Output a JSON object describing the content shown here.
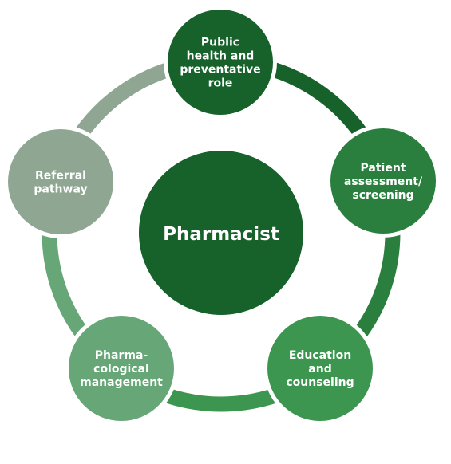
{
  "center": {
    "label": "Pharmacist",
    "color": "#17612b"
  },
  "nodes": [
    {
      "id": "public-health",
      "lines": [
        "Public",
        "health and",
        "preventative",
        "role"
      ],
      "color": "#17612b"
    },
    {
      "id": "patient-assessment",
      "lines": [
        "Patient",
        "assessment/",
        "screening"
      ],
      "color": "#2a7f3e"
    },
    {
      "id": "education",
      "lines": [
        "Education",
        "and",
        "counseling"
      ],
      "color": "#3d9650"
    },
    {
      "id": "pharmacological",
      "lines": [
        "Pharma-",
        "cological",
        "management"
      ],
      "color": "#67a777"
    },
    {
      "id": "referral",
      "lines": [
        "Referral",
        "pathway"
      ],
      "color": "#8ea692"
    }
  ],
  "connectors": [
    {
      "from": "public-health",
      "to": "patient-assessment",
      "color": "#17612b"
    },
    {
      "from": "patient-assessment",
      "to": "education",
      "color": "#2a7f3e"
    },
    {
      "from": "education",
      "to": "pharmacological",
      "color": "#3d9650"
    },
    {
      "from": "pharmacological",
      "to": "referral",
      "color": "#67a777"
    },
    {
      "from": "referral",
      "to": "public-health",
      "color": "#8ea692"
    }
  ]
}
